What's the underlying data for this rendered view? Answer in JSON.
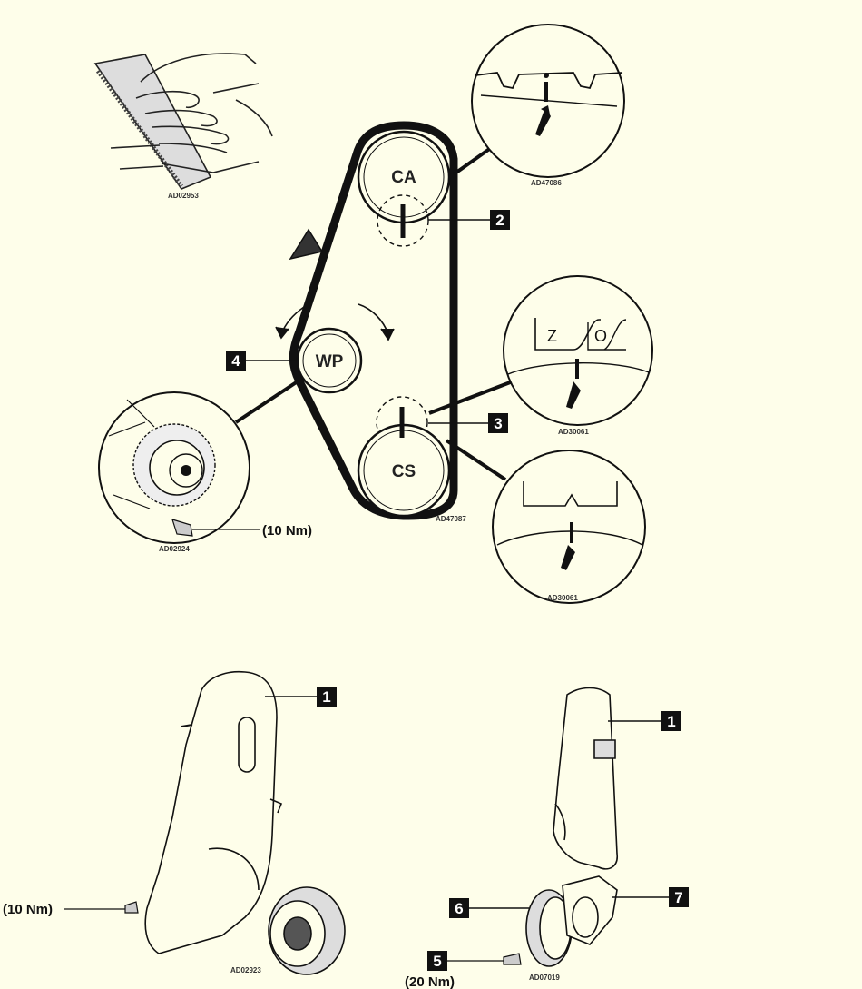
{
  "timing_diagram": {
    "pulleys": {
      "camshaft": "CA",
      "water_pump": "WP",
      "crankshaft": "CS"
    },
    "callouts": {
      "camshaft_mark": "2",
      "crankshaft_mark": "3",
      "water_pump": "4"
    },
    "torque_water_pump_bolt": "(10 Nm)",
    "refs": {
      "belt_handling": "AD02953",
      "camshaft_detail": "AD47086",
      "water_pump_detail": "AD02924",
      "crankshaft_detail_a": "AD30061",
      "crankshaft_detail_b": "AD30061",
      "main_diagram": "AD47087"
    }
  },
  "cover_left": {
    "callout_cover": "1",
    "torque_bolt": "(10 Nm)",
    "ref": "AD02923"
  },
  "cover_right": {
    "callout_cover": "1",
    "callout_pulley": "6",
    "callout_bracket": "7",
    "callout_bolt": "5",
    "torque_bolt": "(20 Nm)",
    "ref": "AD07019"
  },
  "colors": {
    "background": "#fefeea",
    "ink": "#111111",
    "badge": "#111111"
  }
}
